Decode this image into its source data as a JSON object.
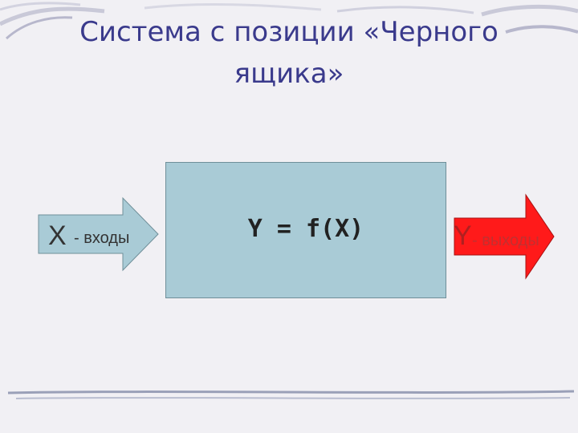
{
  "title": {
    "line1": "Система с позиции «Черного",
    "line2": "ящика»"
  },
  "box": {
    "formula": "Y = f(X)",
    "fill_color": "#a9cbd6"
  },
  "input": {
    "letter": "X",
    "desc": "- входы",
    "fill_color": "#a9cbd6"
  },
  "output": {
    "letter": "Y",
    "desc": "- выходы",
    "fill_color": "#ff1a1a"
  }
}
